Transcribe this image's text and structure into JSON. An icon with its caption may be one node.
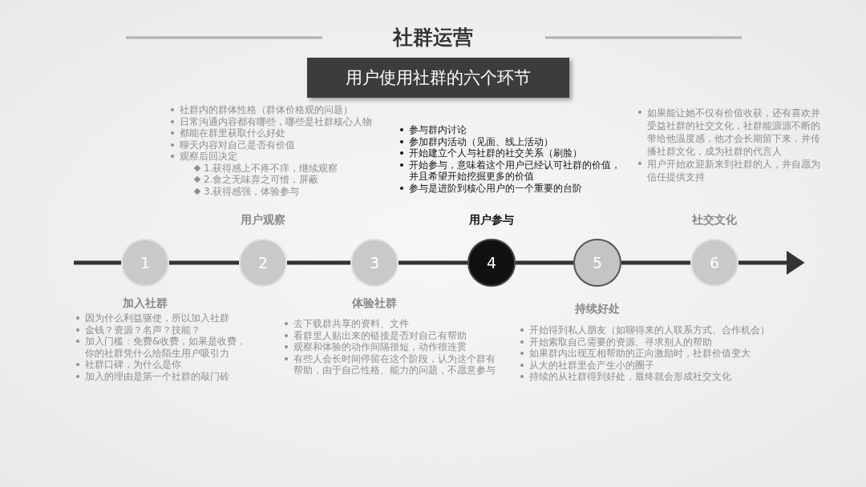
{
  "diagram": {
    "title": "社群运营",
    "nodes": [
      {
        "text": [
          "用户使用社群的六个环节"
        ]
      },
      {
        "text": [
          "1"
        ],
        "beside": [
          "加入社群"
        ]
      },
      {
        "text": [
          "2"
        ],
        "beside": [
          "用户观察"
        ]
      },
      {
        "text": [
          "3"
        ],
        "beside": [
          "体验社群"
        ]
      },
      {
        "text": [
          "4"
        ],
        "beside": [
          "用户参与"
        ]
      },
      {
        "text": [
          "5"
        ],
        "beside": [
          "持续好处"
        ]
      },
      {
        "text": [
          "6"
        ],
        "beside": [
          "社交文化"
        ]
      }
    ],
    "edges": [
      {
        "from": null,
        "to": 1,
        "arrow": "none"
      },
      {
        "from": 1,
        "to": 2,
        "arrow": "none"
      },
      {
        "from": 2,
        "to": 3,
        "arrow": "none"
      },
      {
        "from": 3,
        "to": 4,
        "arrow": "none"
      },
      {
        "from": 4,
        "to": 5,
        "arrow": "none"
      },
      {
        "from": 5,
        "to": 6,
        "arrow": "none"
      },
      {
        "from": 6,
        "to": null,
        "arrow": "to"
      }
    ],
    "labels": [
      "社群内的群体性格（群体价格观的问题）",
      "日常沟通内容都有哪些，哪些是社群核心人物",
      "都能在群里获取什么好处",
      "聊天内容对自己是否有价值",
      "观察后回决定",
      "1.获得感上不疼不痒，继续观察",
      "2.食之无味弃之可惜，屏蔽",
      "3.获得感强，体验参与",
      "参与群内讨论",
      "参加群内活动（见面、线上活动）",
      "开始建立个人与社群的社交关系（刷脸）",
      "开始参与，意味着这个用户已经认可社群的价值，并且希望开始挖掘更多的价值",
      "参与是进阶到核心用户的一个重要的台阶",
      "如果能让她不仅有价值收获，还有喜欢并受益社群的社交文化，社群能源源不断的带给他温度感，他才会长期留下来，并传播社群文化，成为社群的代言人",
      "用户开始欢迎新来到社群的人，并自愿为信任提供支持",
      "因为什么利益驱使，所以加入社群",
      "金钱？资源？名声？技能？",
      "加入门槛：免费&收费，如果是收费，你的社群凭什么给陌生用户吸引力",
      "社群口碑，为什么是你",
      "加入的理由是第一个社群的敲门砖",
      "去下载群共享的资料、文件",
      "看群里人贴出来的链接是否对自己有帮助",
      "观察和体验的动作间隔很短，动作很连贯",
      "有些人会长时间停留在这个阶段，认为这个群有帮助，由于自己性格、能力的问题，不愿意参与",
      "开始得到私人朋友（如聊得来的人联系方式、合作机会）",
      "开始索取自己需要的资源、寻求别人的帮助",
      "如果群内出现互相帮助的正向激励时，社群价值变大",
      "从大的社群里会产生小的圈子",
      "持续的从社群得到好处，最终就会形成社交文化"
    ]
  }
}
